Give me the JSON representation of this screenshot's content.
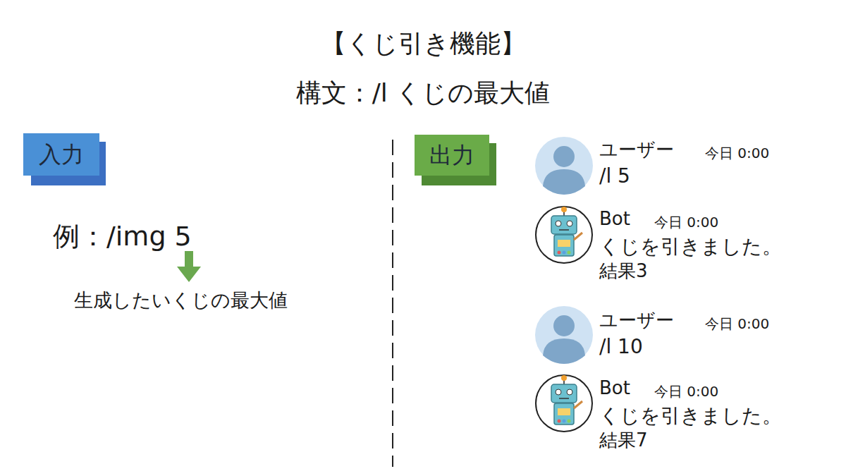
{
  "diagram": {
    "title": "【くじ引き機能】",
    "nodes": [
      {
        "text": [
          "入力"
        ]
      },
      {
        "text": [
          "出力"
        ]
      }
    ],
    "labels": [
      "構文：/l くじの最大値",
      "例：/img 5",
      "生成したいくじの最大値",
      "ユーザー",
      "今日 0:00",
      "/l 5",
      "Bot",
      "今日 0:00",
      "くじを引きました。",
      "結果3",
      "ユーザー",
      "今日 0:00",
      "/l 10",
      "Bot",
      "今日 0:00",
      "くじを引きました。",
      "結果7"
    ]
  }
}
